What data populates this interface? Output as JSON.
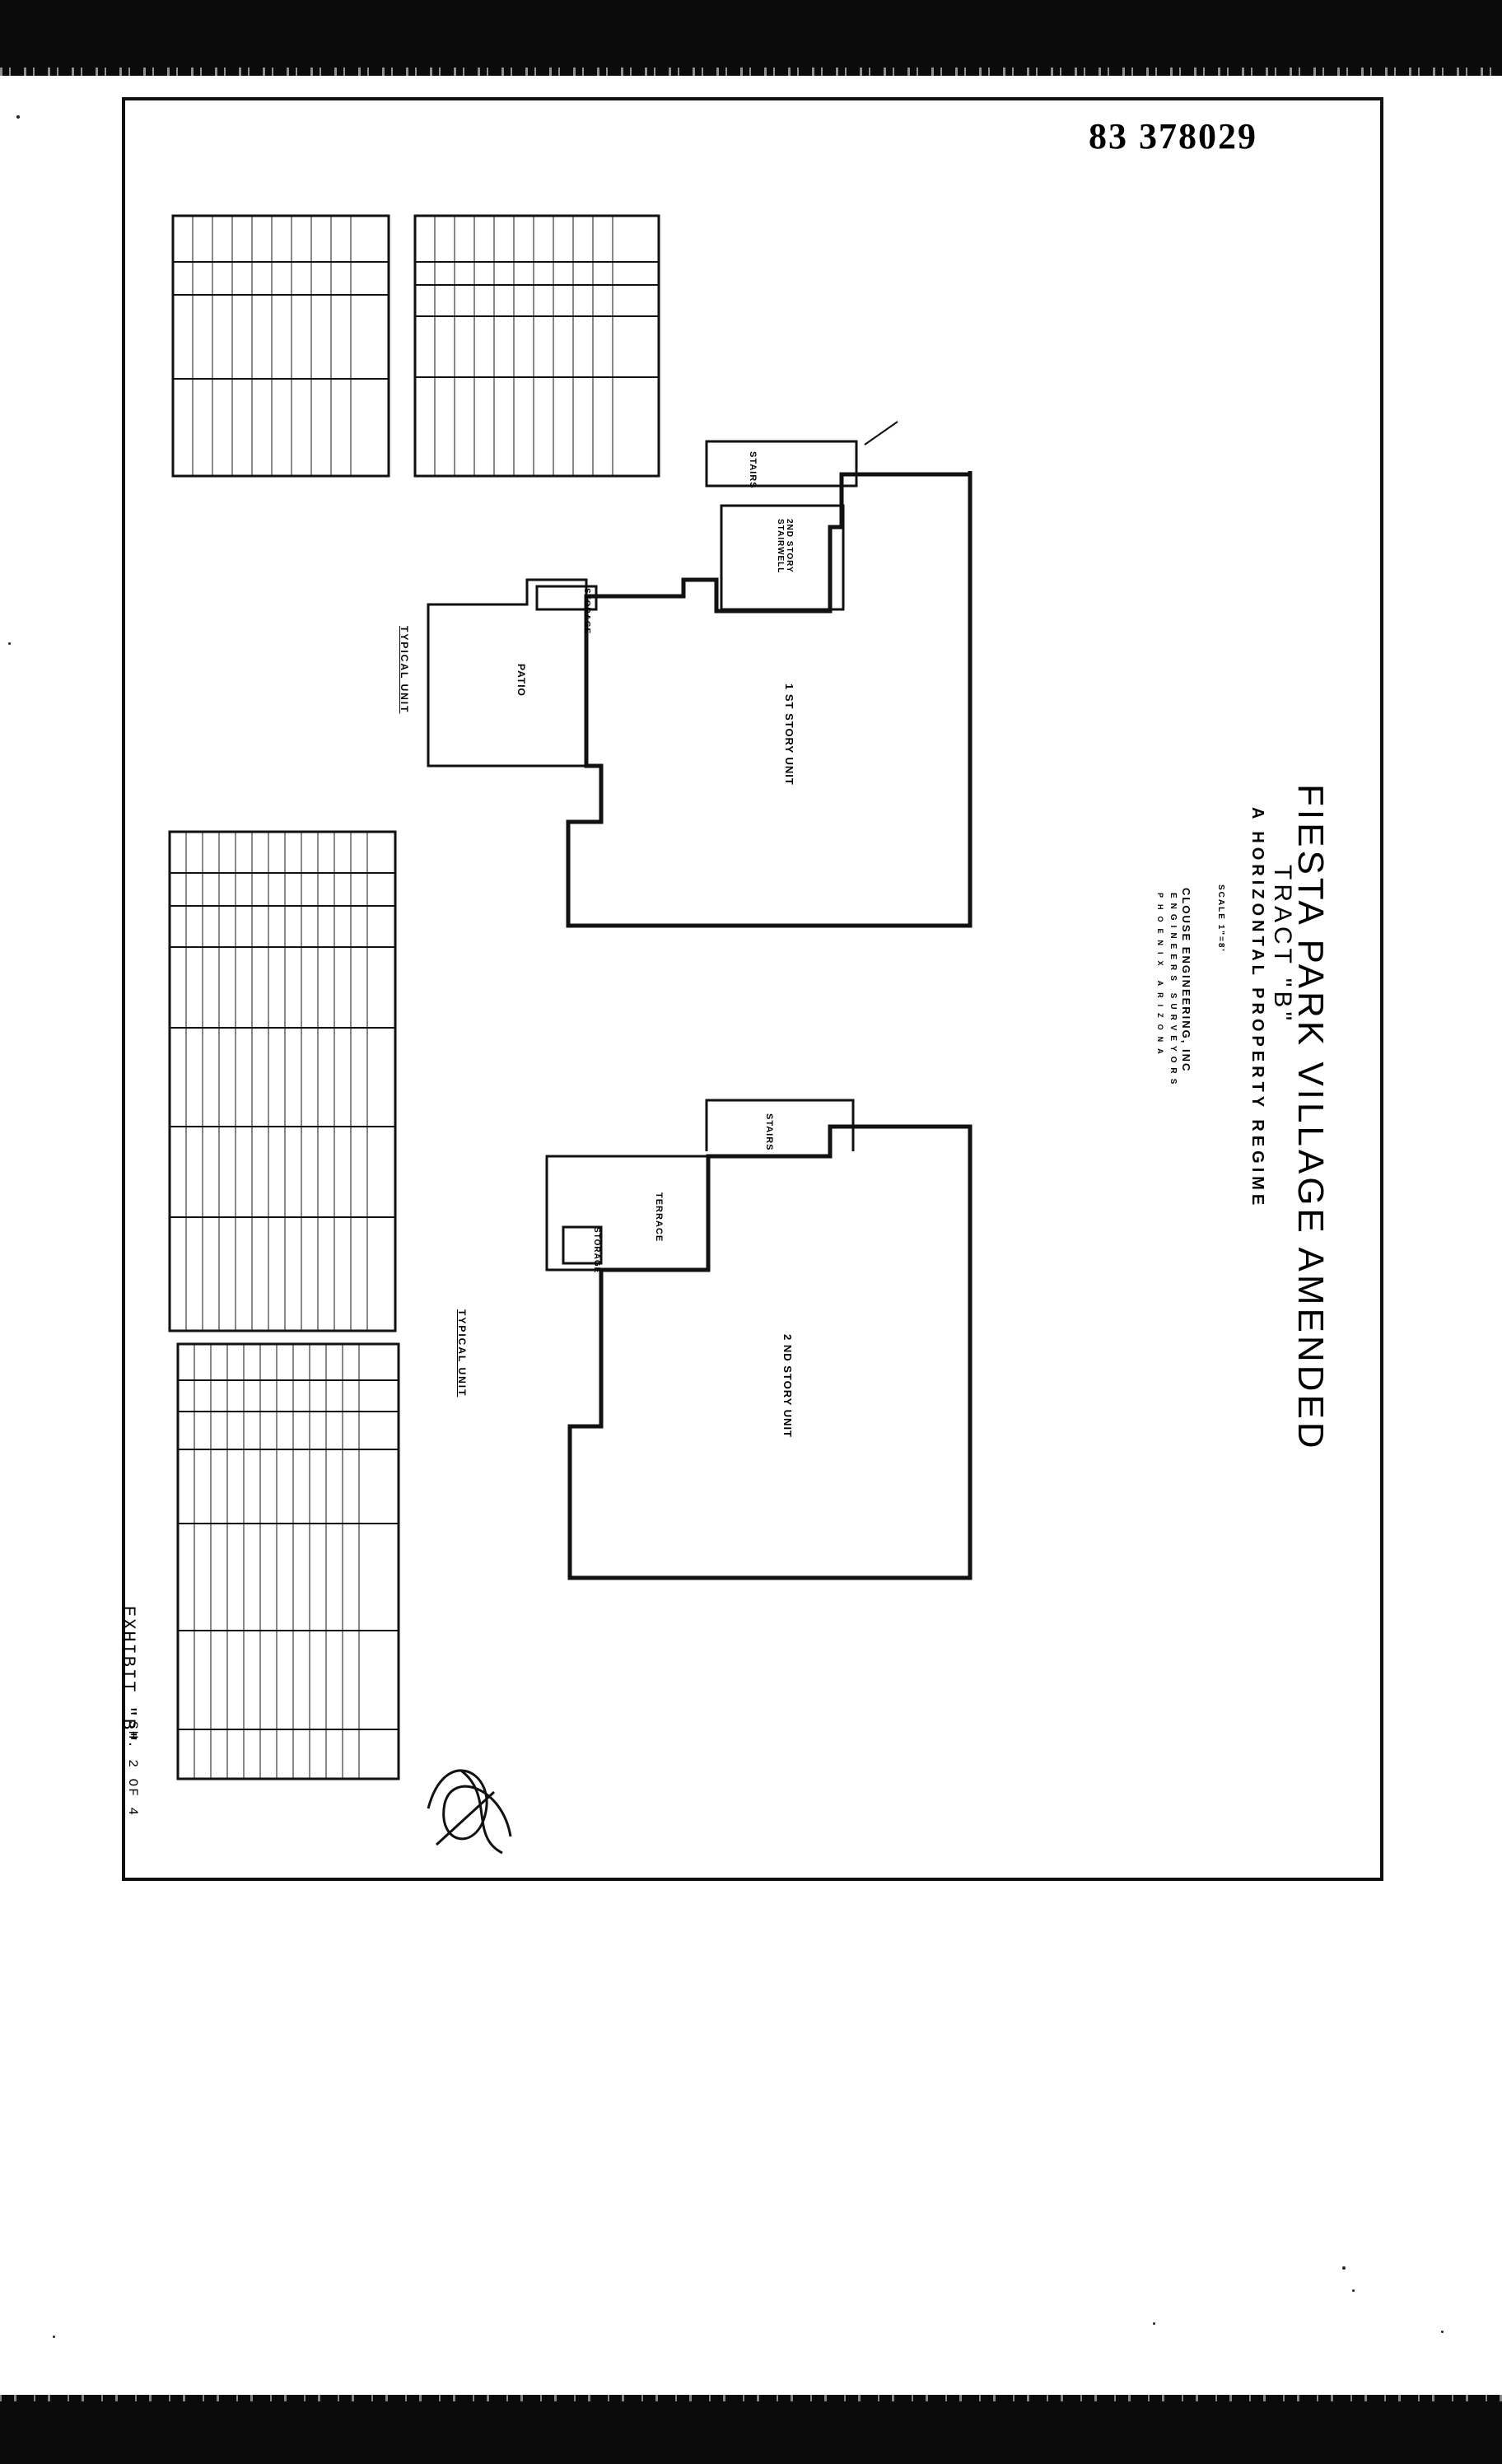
{
  "recording_number": "83 378029",
  "title": {
    "line1": "FIESTA PARK VILLAGE AMENDED",
    "line2": "TRACT \"B\"",
    "line3": "A HORIZONTAL PROPERTY REGIME"
  },
  "scale": "SCALE 1\"=8'",
  "engineer": {
    "name": "CLOUSE ENGINEERING, INC",
    "roles": "ENGINEERS SURVEYORS",
    "city": "PHOENIX ARIZONA"
  },
  "first_floor_plan": {
    "typical_label": "TYPICAL UNIT",
    "rooms": [
      "PATIO",
      "STORAGE",
      "STAIRS",
      "2ND STORY STAIRWELL",
      "1 ST STORY UNIT"
    ]
  },
  "second_floor_plan": {
    "typical_label": "TYPICAL UNIT",
    "rooms": [
      "STAIRS",
      "TERRACE",
      "STORAGE",
      "2 ND STORY UNIT"
    ]
  },
  "exhibit": "EXHIBIT \"B\"",
  "sheet": "SH. 2 OF 4",
  "colors": {
    "ink": "#111111",
    "paper": "#ffffff",
    "scan_band": "#0b0b0b"
  }
}
